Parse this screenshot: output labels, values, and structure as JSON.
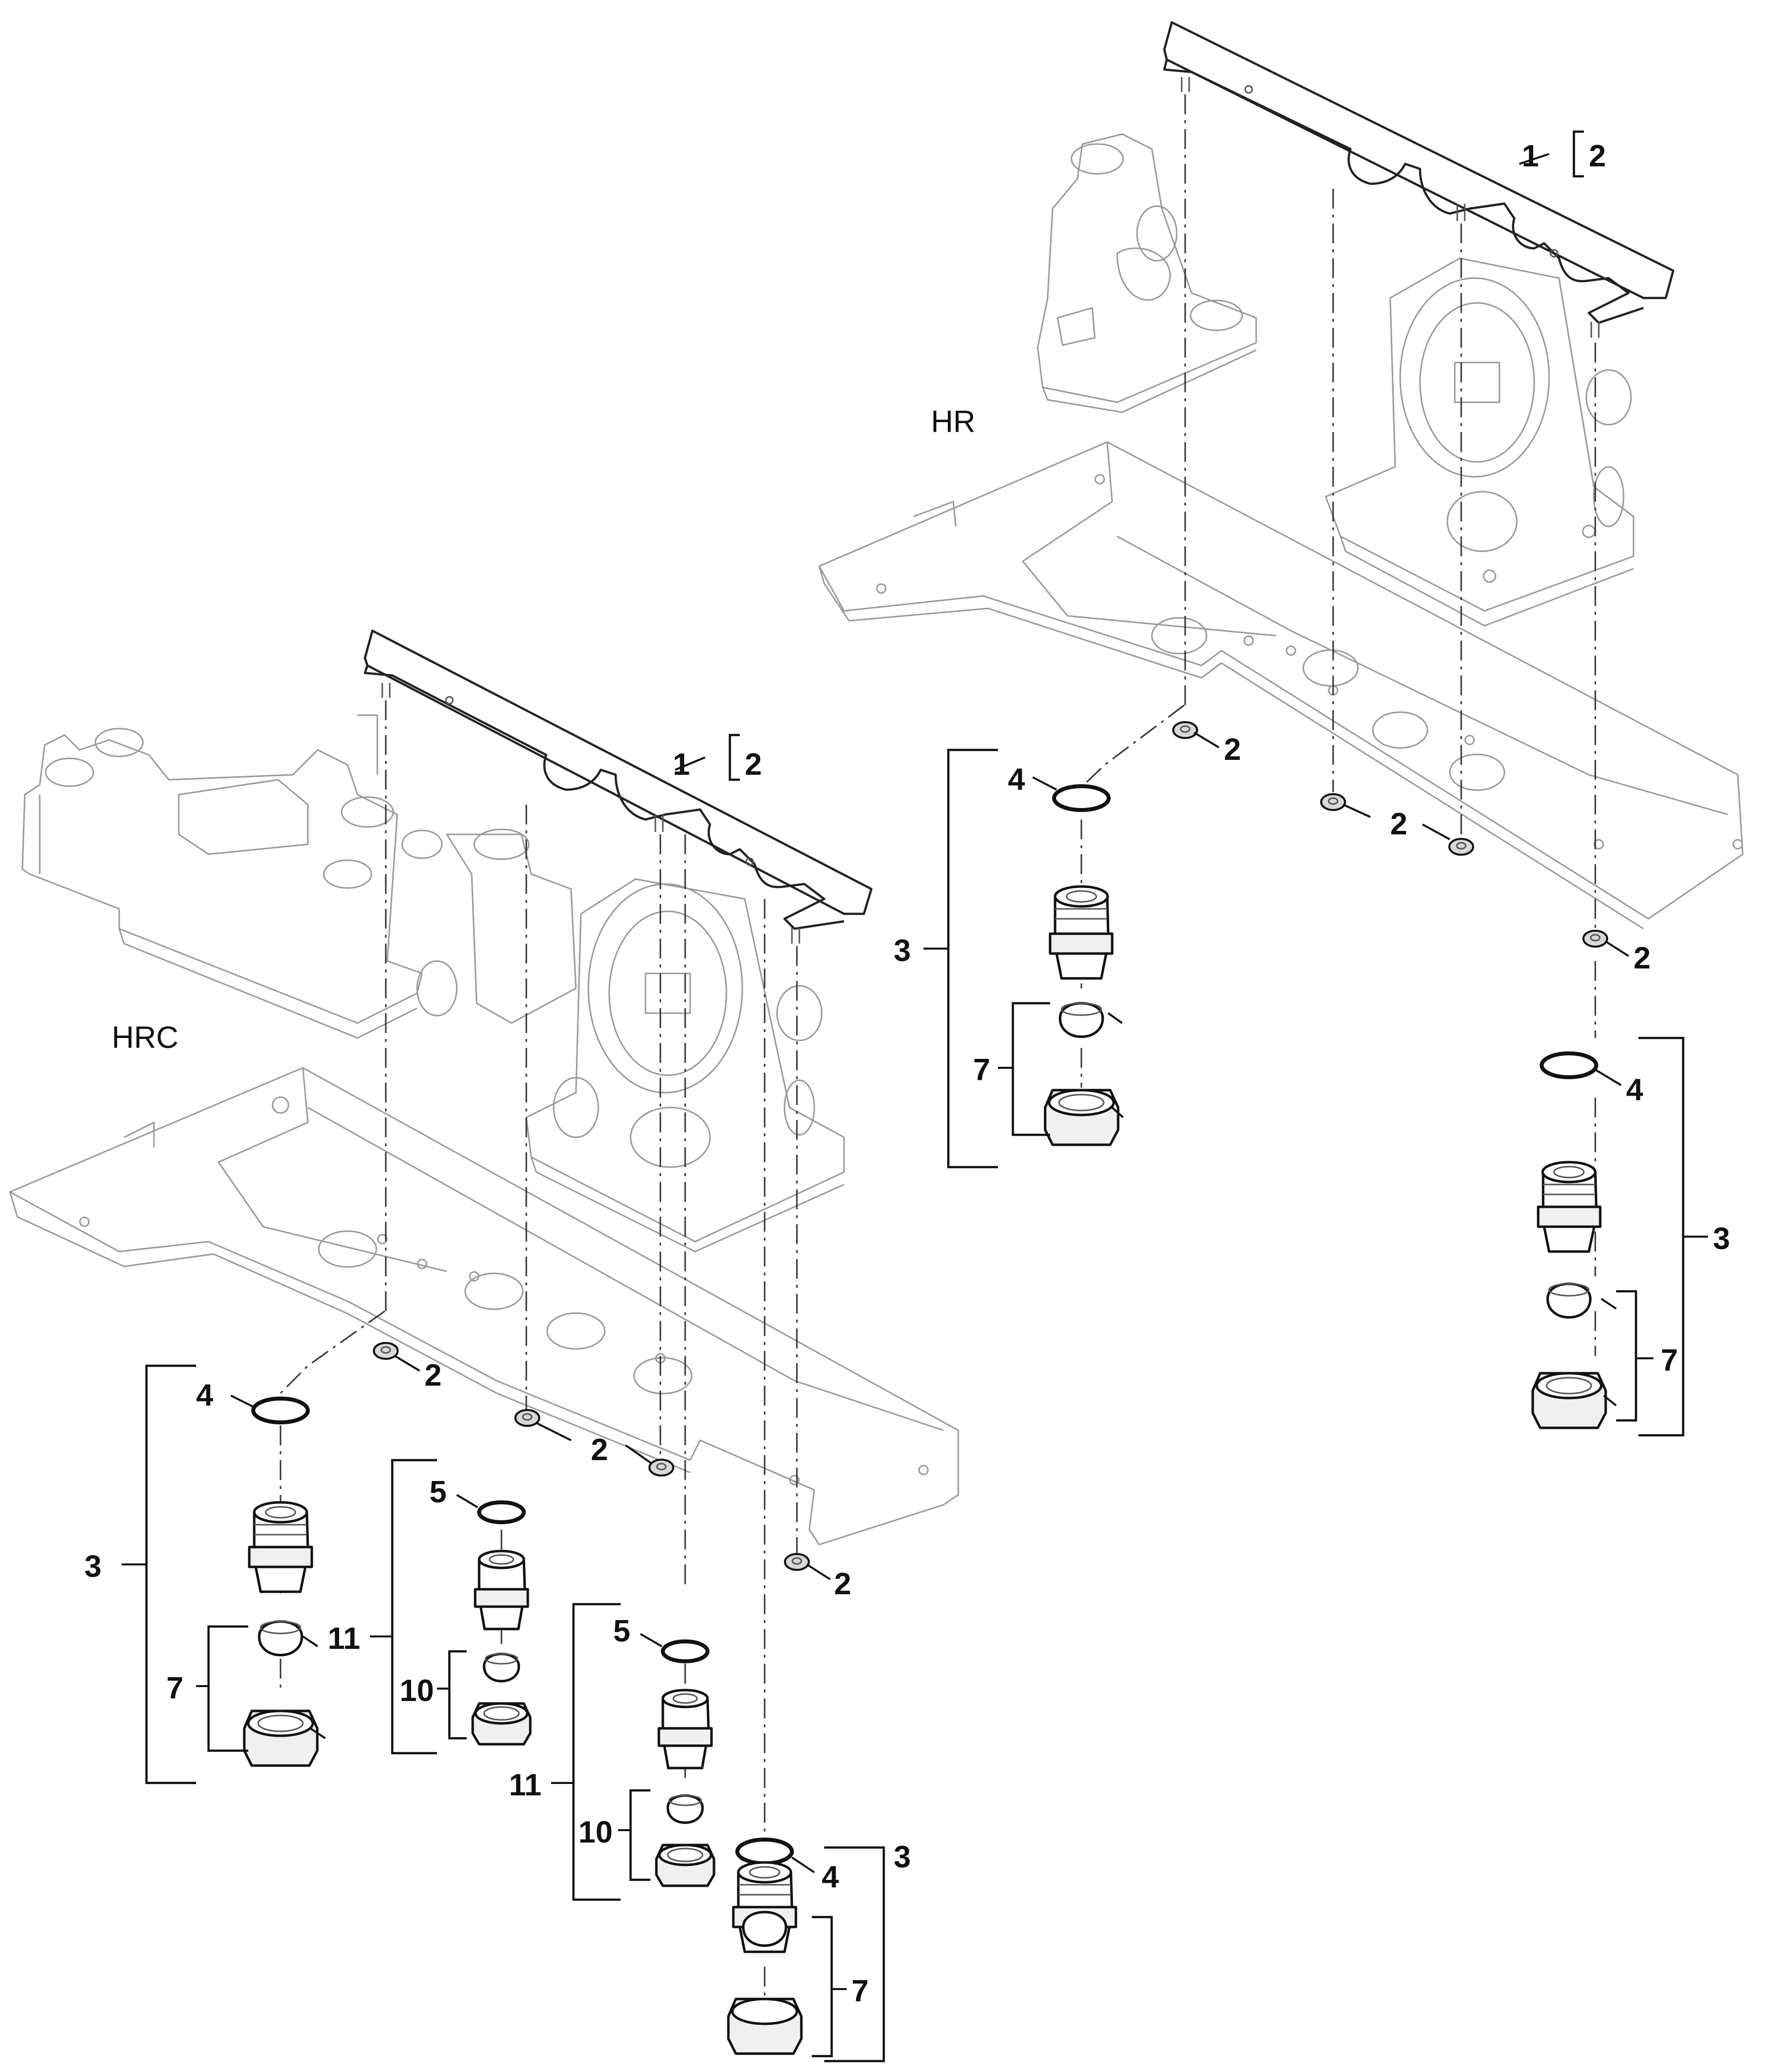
{
  "variants": {
    "hr": "HR",
    "hrc": "HRC"
  },
  "callouts": {
    "c1": "1",
    "c2": "2",
    "c3": "3",
    "c4": "4",
    "c5": "5",
    "c7": "7",
    "c10": "10",
    "c11": "11"
  },
  "colors": {
    "line": "#111111",
    "ghost": "#9a9a9a",
    "background": "#ffffff"
  }
}
